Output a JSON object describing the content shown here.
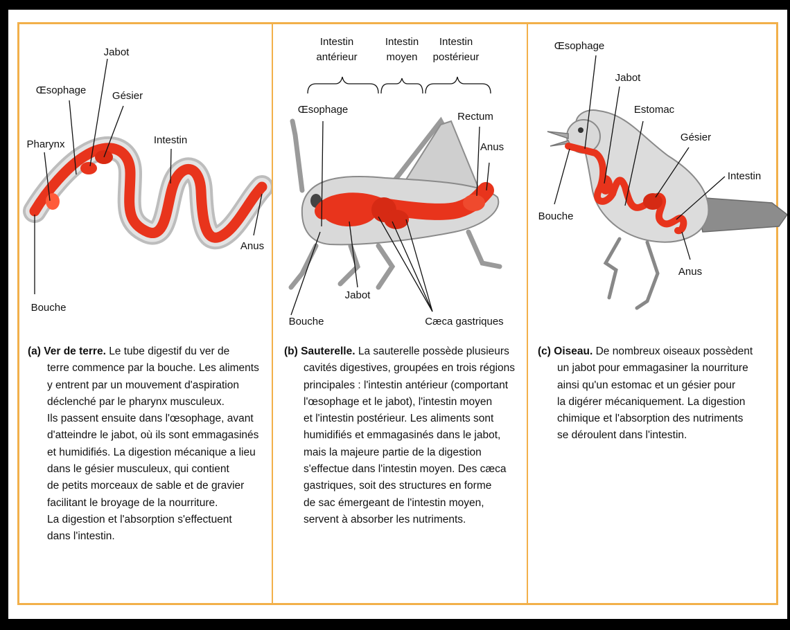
{
  "worm": {
    "labels": {
      "jabot": "Jabot",
      "oesophage": "Œsophage",
      "gesier": "Gésier",
      "pharynx": "Pharynx",
      "intestin": "Intestin",
      "anus": "Anus",
      "bouche": "Bouche"
    },
    "caption": {
      "letter": "(a)",
      "title": "Ver de terre.",
      "first": "Le tube digestif du ver de",
      "lines": [
        "terre commence par la bouche. Les aliments",
        "y entrent par un mouvement d'aspiration",
        "déclenché par le pharynx musculeux.",
        "Ils passent ensuite dans l'œsophage, avant",
        "d'atteindre le jabot, où ils sont emmagasinés",
        "et humidifiés. La digestion mécanique a lieu",
        "dans le gésier musculeux, qui contient",
        "de petits morceaux de sable et de gravier",
        "facilitant le broyage de la nourriture.",
        "La digestion et l'absorption s'effectuent",
        "dans l'intestin."
      ]
    }
  },
  "grasshopper": {
    "regions": {
      "anterieur_1": "Intestin",
      "anterieur_2": "antérieur",
      "moyen_1": "Intestin",
      "moyen_2": "moyen",
      "posterieur_1": "Intestin",
      "posterieur_2": "postérieur"
    },
    "labels": {
      "oesophage": "Œsophage",
      "rectum": "Rectum",
      "anus": "Anus",
      "jabot": "Jabot",
      "bouche": "Bouche",
      "caeca": "Cæca gastriques"
    },
    "caption": {
      "letter": "(b)",
      "title": "Sauterelle.",
      "first": "La sauterelle possède plusieurs",
      "lines": [
        "cavités digestives, groupées en trois régions",
        "principales : l'intestin antérieur (comportant",
        "l'œsophage et le jabot), l'intestin moyen",
        "et l'intestin postérieur. Les aliments sont",
        "humidifiés et emmagasinés dans le jabot,",
        "mais la majeure partie de la digestion",
        "s'effectue dans l'intestin moyen. Des cæca",
        "gastriques, soit des structures en forme",
        "de sac émergeant de l'intestin moyen,",
        "servent à absorber les nutriments."
      ]
    }
  },
  "bird": {
    "labels": {
      "oesophage": "Œsophage",
      "jabot": "Jabot",
      "estomac": "Estomac",
      "gesier": "Gésier",
      "intestin": "Intestin",
      "bouche": "Bouche",
      "anus": "Anus"
    },
    "caption": {
      "letter": "(c)",
      "title": "Oiseau.",
      "first": "De nombreux oiseaux possèdent",
      "lines": [
        "un jabot pour emmagasiner la nourriture",
        "ainsi qu'un estomac et un gésier pour",
        "la digérer mécaniquement. La digestion",
        "chimique et l'absorption des nutriments",
        "se déroulent dans l'intestin."
      ]
    }
  },
  "colors": {
    "frame_border": "#f2b04a",
    "gut_red": "#e8341c",
    "body_gray": "#c9c9c9"
  }
}
